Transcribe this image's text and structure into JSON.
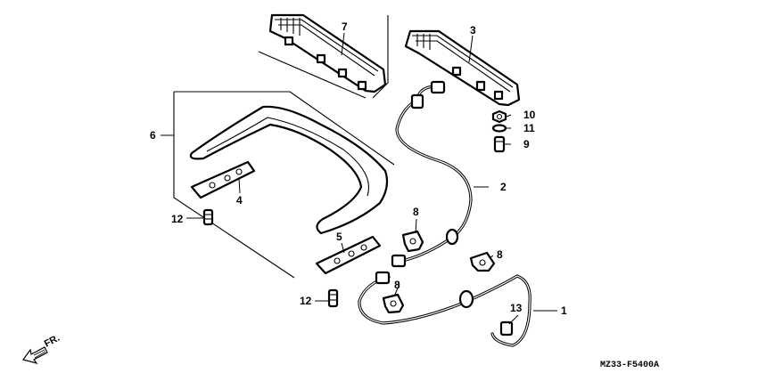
{
  "callouts": {
    "p1": "1",
    "p2": "2",
    "p3": "3",
    "p4": "4",
    "p5": "5",
    "p6": "6",
    "p7": "7",
    "p8a": "8",
    "p8b": "8",
    "p8c": "8",
    "p9": "9",
    "p10": "10",
    "p11": "11",
    "p12a": "12",
    "p12b": "12",
    "p13": "13"
  },
  "direction_label": "FR.",
  "diagram_code": "MZ33-F5400A"
}
